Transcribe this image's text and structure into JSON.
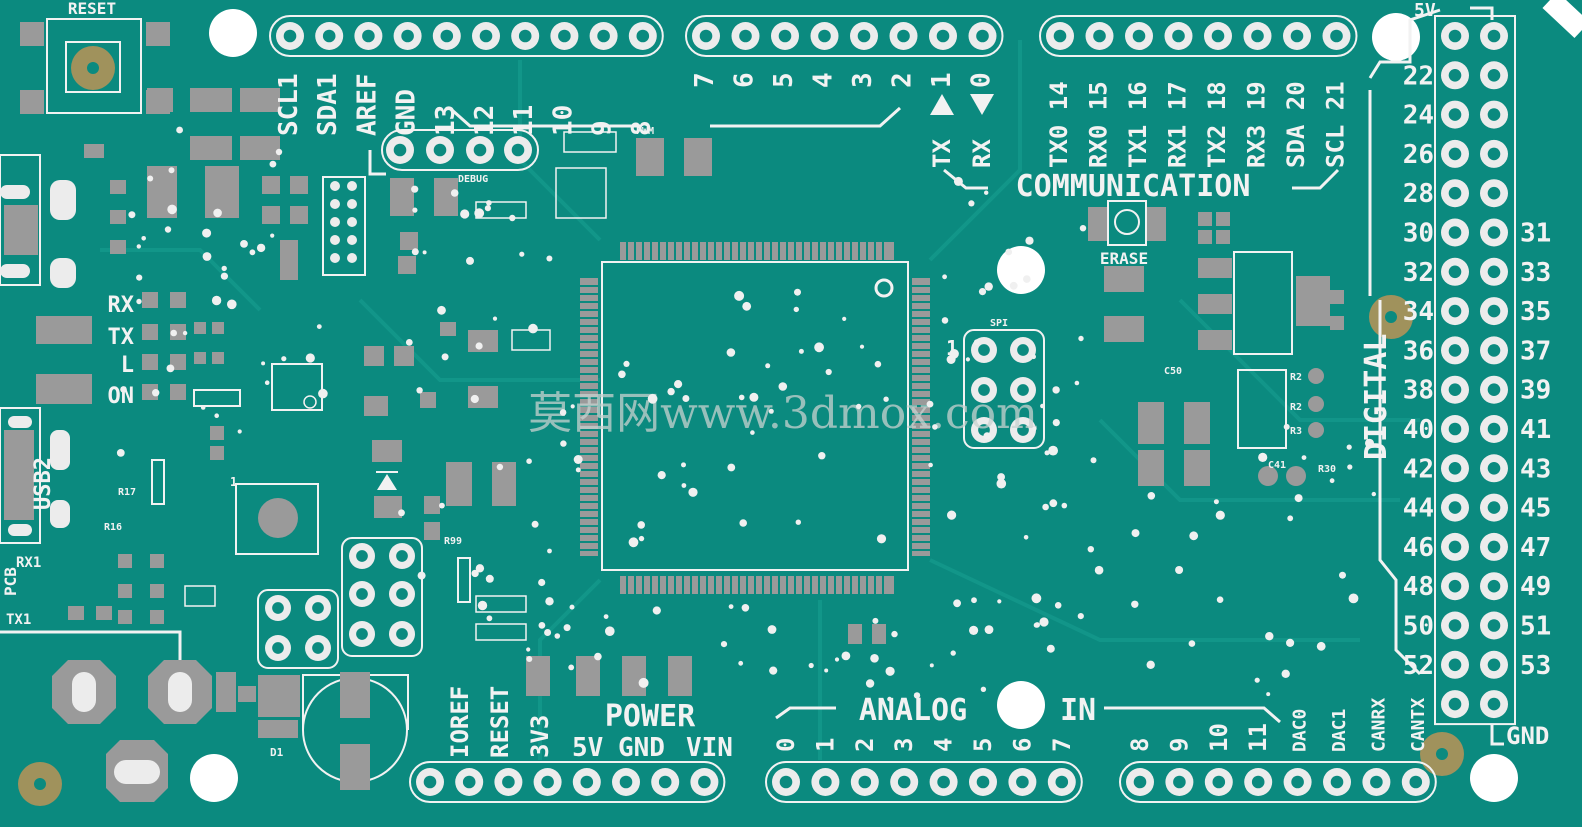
{
  "board": {
    "background": "#0b8a7f",
    "silkscreen_color": "#f2f2f2",
    "pad_color": "#9a9a9a",
    "copper_color": "#e8e8e8"
  },
  "labels": {
    "reset": "RESET",
    "debug": "DEBUG",
    "pwm": "PWM",
    "communication": "COMMUNICATION",
    "erase": "ERASE",
    "spi": "SPI",
    "spi_pin1": "1",
    "digital": "DIGITAL",
    "power": "POWER",
    "analog": "ANALOG",
    "in": "IN",
    "usb2": "USB2",
    "pcb": "PCB",
    "rx1": "RX1",
    "tx1": "TX1",
    "top_5v": "5V",
    "gnd": "GND",
    "d1": "D1",
    "r17": "R17",
    "r16": "R16",
    "r99": "R99",
    "c41": "C41",
    "r30": "R30",
    "c50": "C50",
    "r2a": "R2",
    "r2b": "R2",
    "r3": "R3"
  },
  "leds": [
    {
      "label": "RX"
    },
    {
      "label": "TX"
    },
    {
      "label": "L"
    },
    {
      "label": "ON"
    }
  ],
  "top_pins_left": [
    "SCL1",
    "SDA1",
    "AREF",
    "GND",
    "13",
    "12",
    "11",
    "10",
    "9",
    "8"
  ],
  "top_pins_mid": [
    "7",
    "6",
    "5",
    "4",
    "3",
    "2",
    "1",
    "0"
  ],
  "tx_rx": [
    "TX",
    "RX"
  ],
  "top_pins_comm": [
    "TX0 14",
    "RX0 15",
    "TX1 16",
    "RX1 17",
    "TX2 18",
    "RX3 19",
    "SDA 20",
    "SCL 21"
  ],
  "bottom_power": [
    "IOREF",
    "RESET",
    "3V3",
    "5V",
    "GND",
    "VIN"
  ],
  "bottom_analog_a": [
    "0",
    "1",
    "2",
    "3",
    "4",
    "5",
    "6",
    "7"
  ],
  "bottom_analog_b": [
    "8",
    "9",
    "10",
    "11",
    "DAC0",
    "DAC1",
    "CANRX",
    "CANTX"
  ],
  "digital_left": [
    "22",
    "24",
    "26",
    "28",
    "30",
    "32",
    "34",
    "36",
    "38",
    "40",
    "42",
    "44",
    "46",
    "48",
    "50",
    "52"
  ],
  "digital_right": [
    "31",
    "33",
    "35",
    "37",
    "39",
    "41",
    "43",
    "45",
    "47",
    "49",
    "51",
    "53"
  ],
  "watermark": "莫西网www.3dmox.com"
}
